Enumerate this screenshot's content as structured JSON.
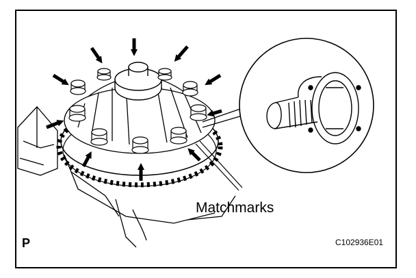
{
  "figure": {
    "callout_label": "Matchmarks",
    "view_letter": "P",
    "figure_code": "C102936E01"
  },
  "colors": {
    "line": "#000000",
    "background": "#ffffff"
  },
  "icons": [
    "arrow-icon",
    "bolt-icon",
    "gear-icon",
    "magnifier-icon"
  ]
}
